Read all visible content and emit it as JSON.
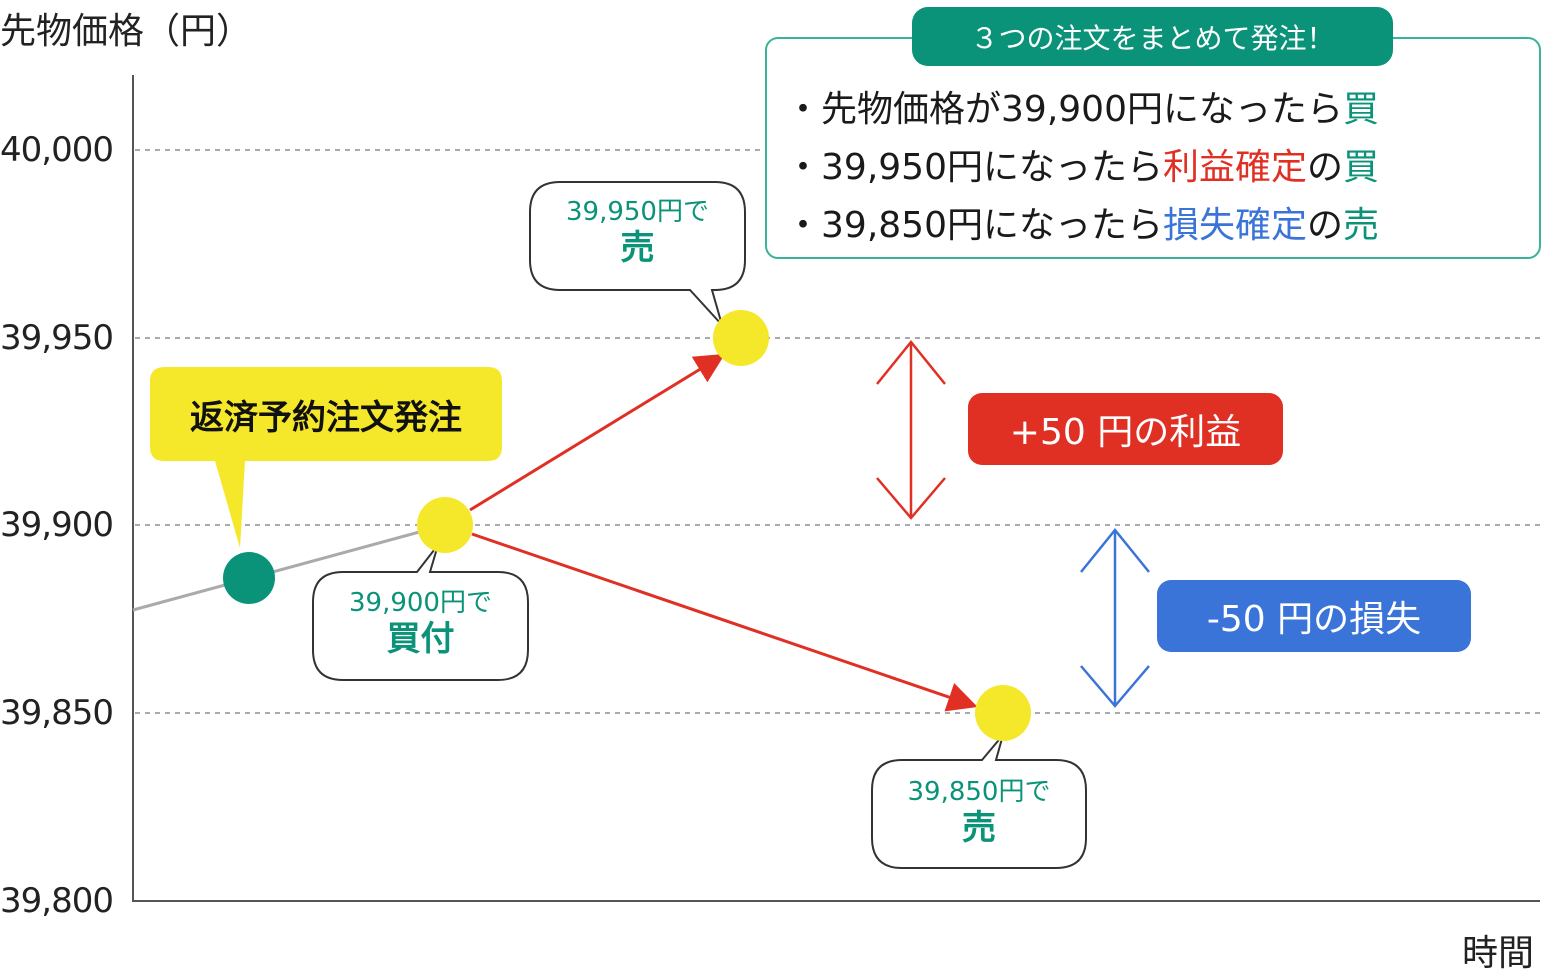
{
  "axis": {
    "y_title": "先物価格（円）",
    "x_title": "時間",
    "y_ticks": [
      "40,000",
      "39,950",
      "39,900",
      "39,850",
      "39,800"
    ]
  },
  "info_box": {
    "header": "３つの注文をまとめて発注！",
    "lines": [
      {
        "bullet": "・",
        "pre": "先物価格が39,900円になったら",
        "accent": "",
        "post": "",
        "action": "買"
      },
      {
        "bullet": "・",
        "pre": "39,950円になったら",
        "accent": "利益確定",
        "post": "の",
        "action": "買"
      },
      {
        "bullet": "・",
        "pre": "39,850円になったら",
        "accent": "損失確定",
        "post": "の",
        "action": "売"
      }
    ]
  },
  "labels": {
    "return_order": "返済予約注文発注",
    "buy": {
      "price": "39,900円で",
      "action": "買付"
    },
    "sell_profit": {
      "price": "39,950円で",
      "action": "売"
    },
    "sell_loss": {
      "price": "39,850円で",
      "action": "売"
    },
    "profit_badge": "+50 円の利益",
    "loss_badge": "-50 円の損失"
  },
  "colors": {
    "green": "#0a9378",
    "yellow": "#f5e82a",
    "red": "#e03024",
    "blue": "#3b74d8"
  }
}
